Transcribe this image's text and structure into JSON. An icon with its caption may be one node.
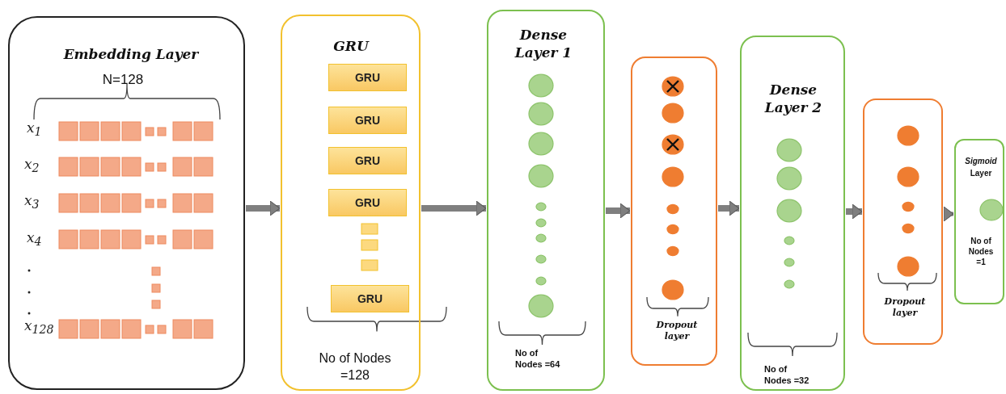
{
  "diagram": {
    "nodes": [
      {
        "text": [
          "Embedding Layer",
          "N=128"
        ]
      },
      {
        "text": [
          "GRU",
          "No of Nodes =128"
        ]
      },
      {
        "text": [
          "GRU"
        ],
        "in": 1
      },
      {
        "text": [
          "GRU"
        ],
        "in": 1
      },
      {
        "text": [
          "GRU"
        ],
        "in": 1
      },
      {
        "text": [
          "GRU"
        ],
        "in": 1
      },
      {
        "text": [
          "GRU"
        ],
        "in": 1
      },
      {
        "text": [
          "Dense Layer 1",
          "No of Nodes =64"
        ]
      },
      {
        "text": [
          "Dropout layer"
        ]
      },
      {
        "text": [
          "Dense Layer 2",
          "No of Nodes =32"
        ]
      },
      {
        "text": [
          "Dropout layer"
        ]
      },
      {
        "text": [
          "*Sigmoid* Layer",
          "No of Nodes =1"
        ]
      }
    ],
    "edges": [
      {
        "from": 0,
        "to": 1,
        "arrow": "to"
      },
      {
        "from": 1,
        "to": 7,
        "arrow": "to"
      },
      {
        "from": 7,
        "to": 8,
        "arrow": "to"
      },
      {
        "from": 8,
        "to": 9,
        "arrow": "to"
      },
      {
        "from": 9,
        "to": 10,
        "arrow": "to"
      },
      {
        "from": 10,
        "to": 11,
        "arrow": "to"
      }
    ],
    "labels": [
      "x$_{1}$",
      "x$_{2}$",
      "x$_{3}$",
      "x$_{4}$",
      "x$_{128}$"
    ]
  }
}
